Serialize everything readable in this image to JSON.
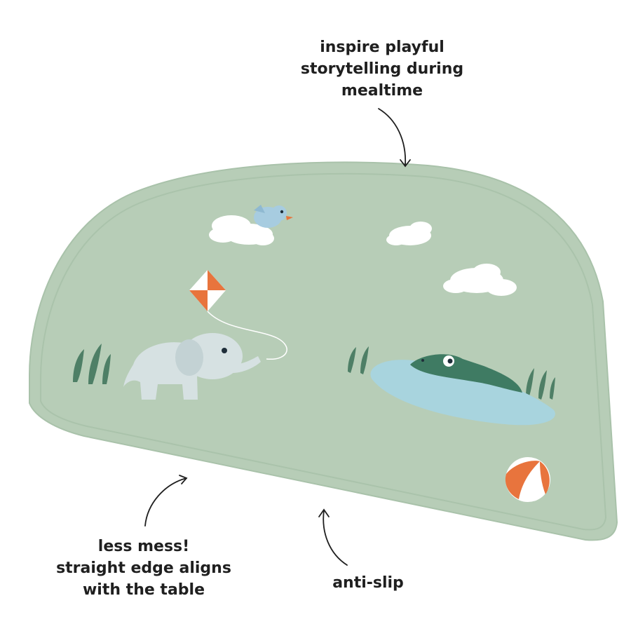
{
  "callouts": {
    "top": {
      "lines": [
        "inspire playful",
        "storytelling during",
        "mealtime"
      ]
    },
    "left": {
      "lines": [
        "less mess!",
        "straight edge aligns",
        "with the table"
      ]
    },
    "right": {
      "lines": [
        "anti-slip"
      ]
    }
  },
  "mat": {
    "colors": {
      "mat": "#b7cdb7",
      "mat_edge": "#a9c2aa",
      "cloud": "#ffffff",
      "bird": "#a7cce0",
      "kite_orange": "#e8743d",
      "elephant": "#d6e1e2",
      "croc": "#3f7b63",
      "water": "#a8d4de",
      "grass": "#4e7f66",
      "ball_orange": "#e8743d"
    },
    "icons": [
      "cloud-icon",
      "bird-icon",
      "kite-icon",
      "elephant-icon",
      "crocodile-icon",
      "grass-icon",
      "beach-ball-icon",
      "arrow-icon"
    ]
  }
}
